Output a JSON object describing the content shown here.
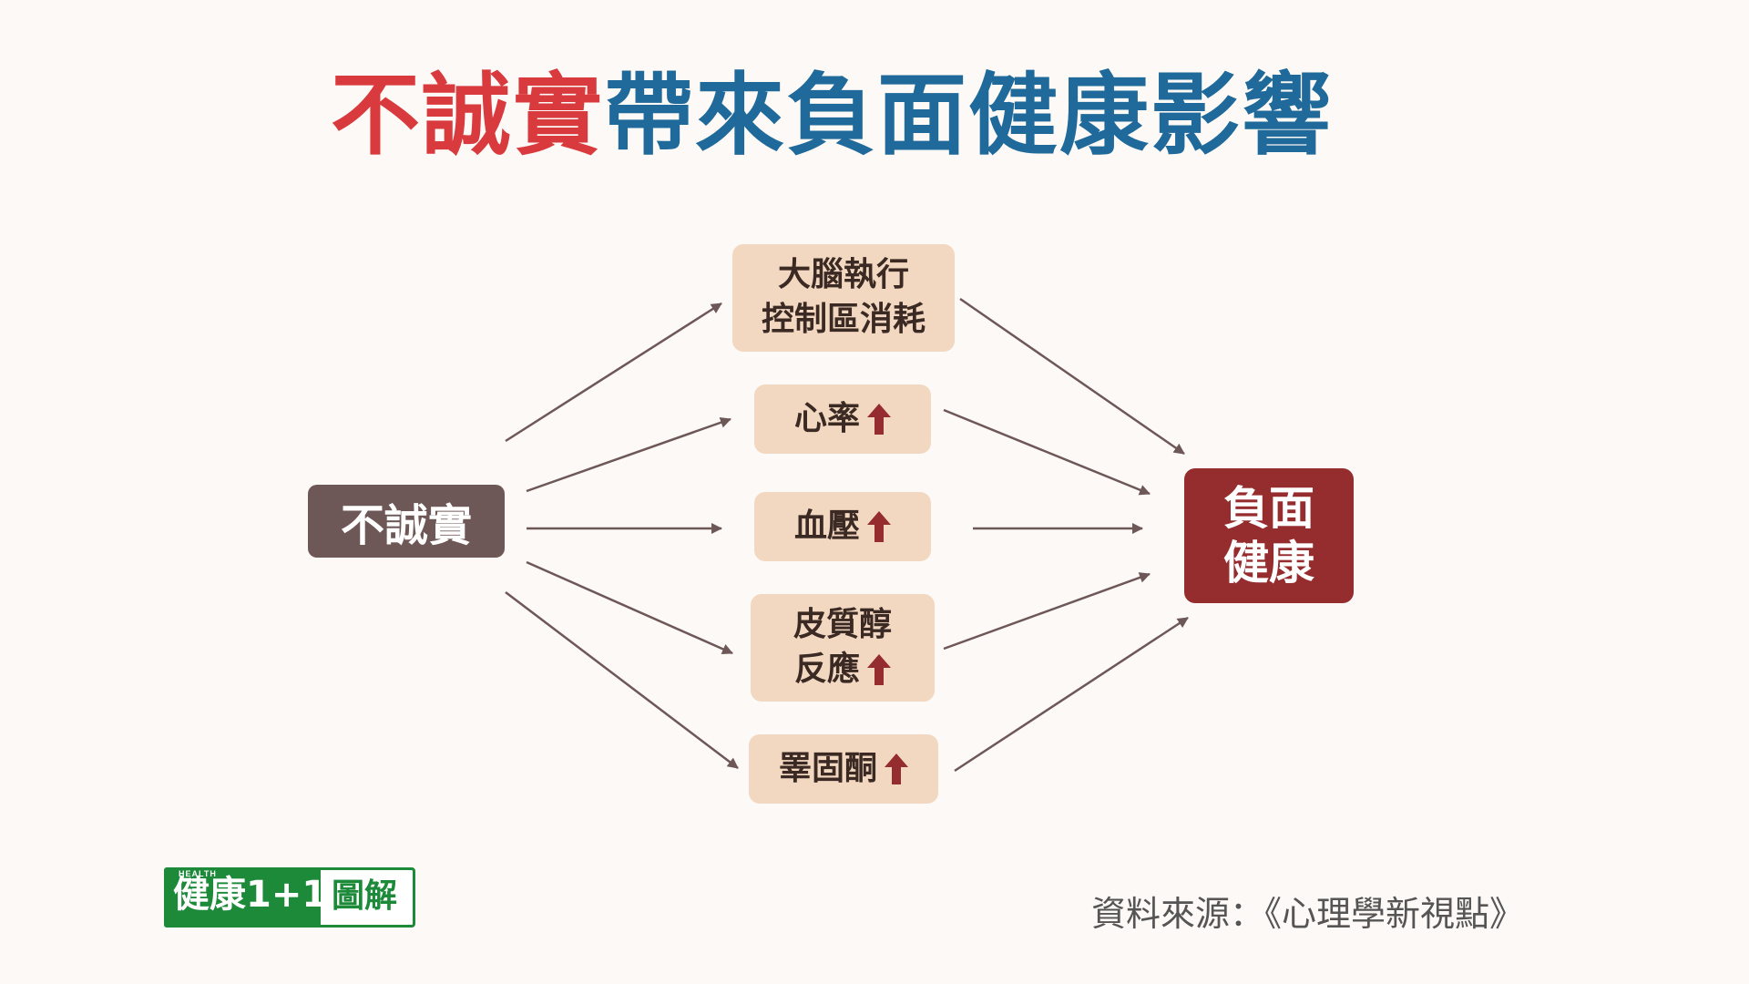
{
  "title": {
    "part1": "不誠實",
    "part2": "帶來負面健康影響"
  },
  "source_node": {
    "label": "不誠實"
  },
  "target_node": {
    "line1": "負面",
    "line2": "健康"
  },
  "middle_nodes": [
    {
      "line1": "大腦執行",
      "line2": "控制區消耗",
      "increase": false
    },
    {
      "line1": "心率",
      "increase": true
    },
    {
      "line1": "血壓",
      "increase": true
    },
    {
      "line1": "皮質醇",
      "line2": "反應",
      "increase": true
    },
    {
      "line1": "睪固酮",
      "increase": true
    }
  ],
  "logo": {
    "small": "HEALTH",
    "brand": "健康1+1",
    "sub": "圖解"
  },
  "source_text": "資料來源：《心理學新視點》",
  "colors": {
    "title_red": "#d93a3e",
    "title_blue": "#1f6a9a",
    "source_box": "#6e5757",
    "middle_box": "#f3d8c1",
    "target_box": "#952c2e",
    "arrow": "#6e5757",
    "up_arrow": "#952c2e",
    "logo_green": "#1d8a3a"
  },
  "icons": {
    "increase": "up-arrow-icon"
  }
}
